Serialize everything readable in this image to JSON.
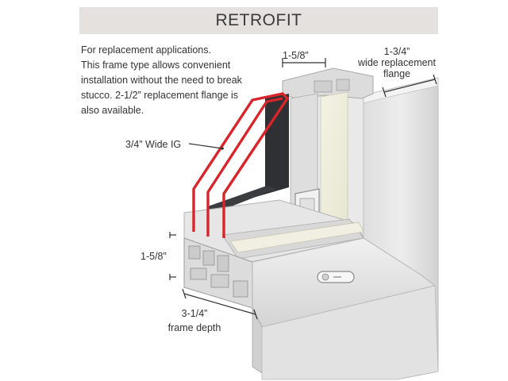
{
  "header": {
    "title": "RETROFIT"
  },
  "description": {
    "lines": [
      "For replacement applications.",
      "This frame type allows convenient",
      "installation without the need to break",
      "stucco. 2-1/2” replacement flange is",
      "also available."
    ]
  },
  "labels": {
    "top_width": "1-5/8”",
    "flange_line1": "1-3/4”",
    "flange_line2": "wide replacement",
    "flange_line3": "flange",
    "glass": "3/4” Wide IG",
    "sill_height": "1-5/8”",
    "depth_line1": "3-1/4”",
    "depth_line2": "frame depth"
  },
  "colors": {
    "header_bg": "#e4e1de",
    "glass_outline": "#d7262b",
    "spacer": "#2e3033",
    "frame_light": "#ececec",
    "frame_mid": "#d6d6d6",
    "frame_dark": "#b8b8b8",
    "glass_tint": "#f1f0e0"
  }
}
